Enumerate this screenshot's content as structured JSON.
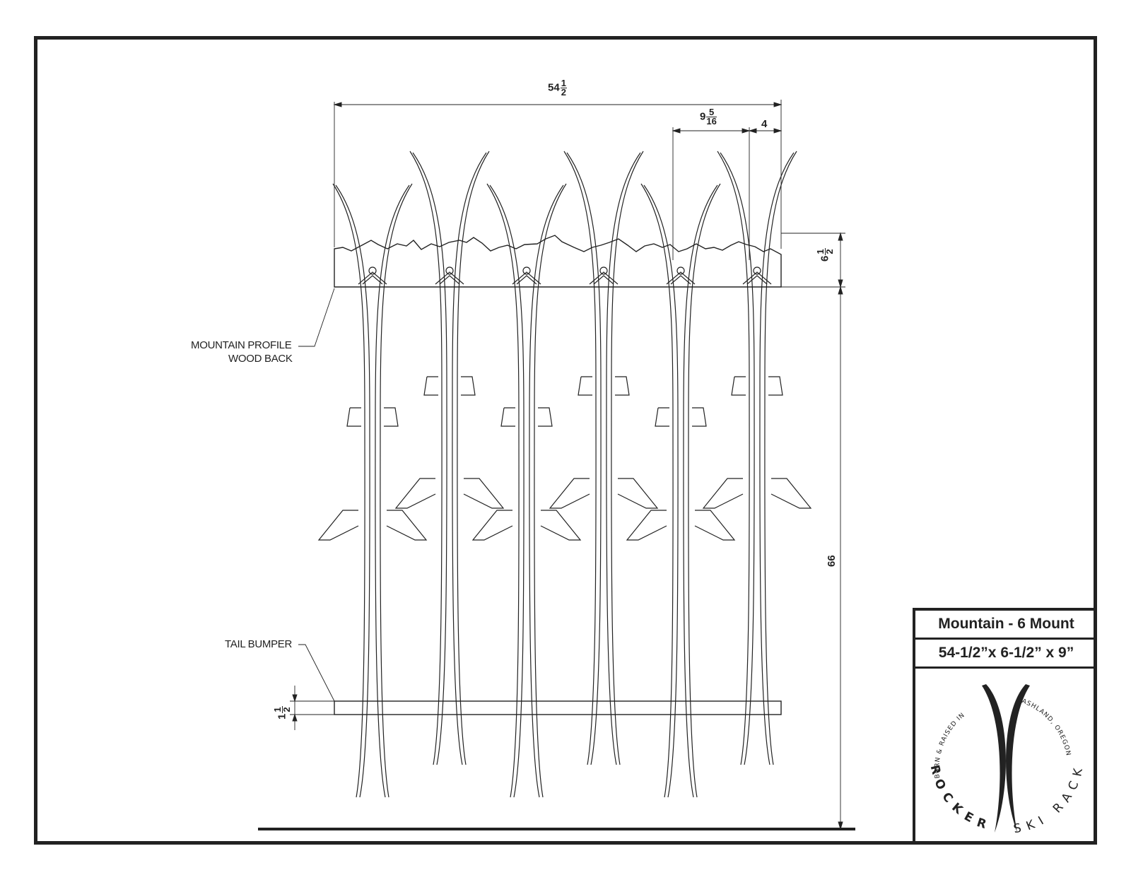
{
  "title_block": {
    "product_name": "Mountain - 6 Mount",
    "dimensions": "54-1/2”x 6-1/2” x 9”"
  },
  "logo": {
    "top_left_arc": "BORN & RAISED IN",
    "top_right_arc": "ASHLAND, OREGON",
    "brand_left": "ROCKER",
    "brand_right": "SKI RACK"
  },
  "callouts": {
    "back_line1": "MOUNTAIN PROFILE",
    "back_line2": "WOOD BACK",
    "tail_bumper": "TAIL BUMPER"
  },
  "dimensions": {
    "overall_width": {
      "whole": "54",
      "num": "1",
      "den": "2"
    },
    "spacing": {
      "whole": "9",
      "num": "5",
      "den": "16"
    },
    "end_offset": "4",
    "back_height": {
      "whole": "6",
      "num": "1",
      "den": "2"
    },
    "ski_height": "66",
    "bumper_height": {
      "whole": "1",
      "num": "1",
      "den": "2"
    }
  },
  "colors": {
    "line": "#222222",
    "background": "#ffffff"
  }
}
